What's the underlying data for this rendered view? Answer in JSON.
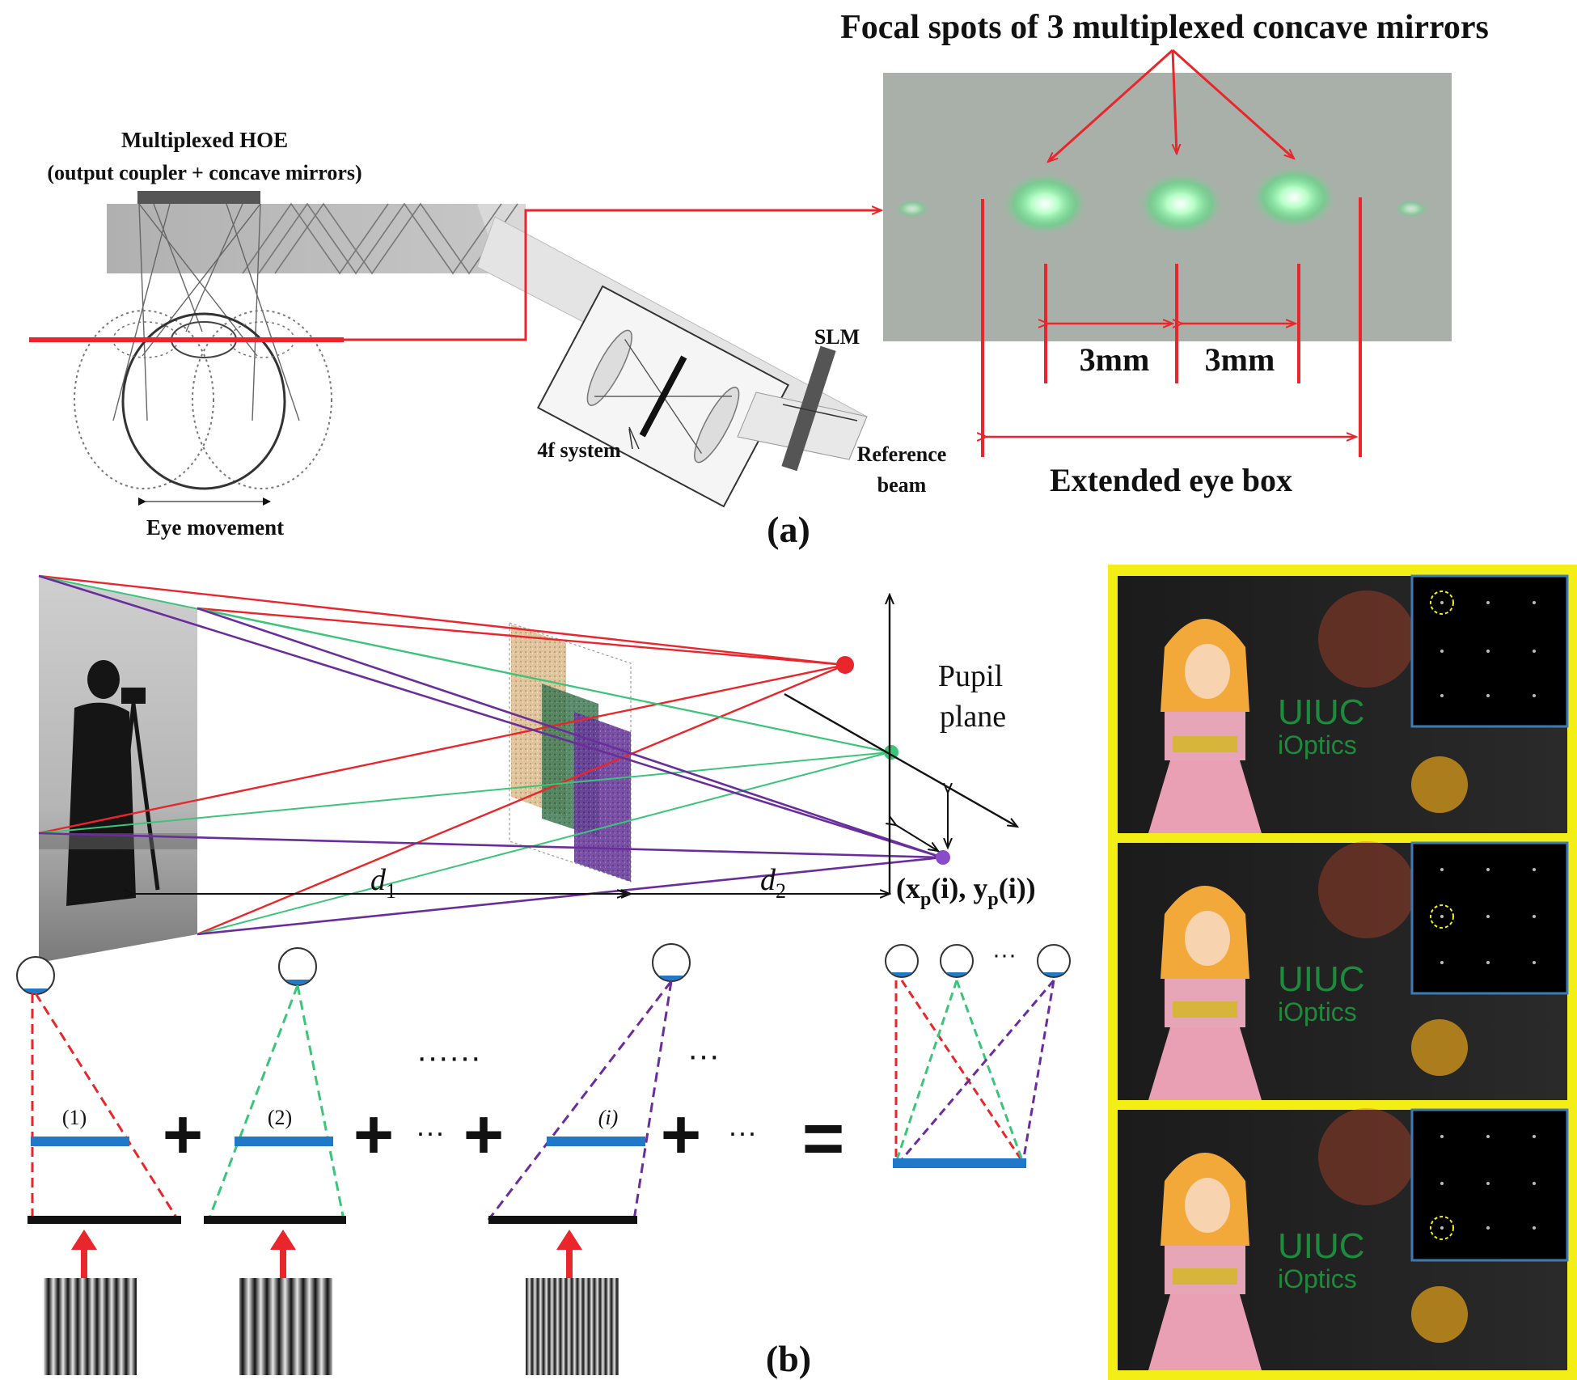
{
  "panel_a": {
    "hoe_label_line1": "Multiplexed HOE",
    "hoe_label_line2": "(output coupler + concave mirrors)",
    "eye_movement": "Eye movement",
    "fourf": "4f system",
    "slm": "SLM",
    "reference_line1": "Reference",
    "reference_line2": "beam",
    "focal_title": "Focal spots of 3 multiplexed concave mirrors",
    "spacing1": "3mm",
    "spacing2": "3mm",
    "eyebox": "Extended eye box",
    "caption": "(a)"
  },
  "panel_b": {
    "pupil_line1": "Pupil",
    "pupil_line2": "plane",
    "d1": "d",
    "d1_sub": "1",
    "d2": "d",
    "d2_sub": "2",
    "coord_open": "(x",
    "coord_sub_p": "p",
    "coord_mid": "(i), y",
    "coord_sub_p2": "p",
    "coord_close": "(i))",
    "term1": "(1)",
    "term2": "(2)",
    "termi": "(i)",
    "plus": "+",
    "equals": "=",
    "dots6": "······",
    "dots3": "···",
    "caption": "(b)",
    "brand_line1": "UIUC",
    "brand_line2": "iOptics"
  },
  "colors": {
    "red": "#e8262b",
    "green": "#3cc47a",
    "purple": "#6a2d9c",
    "blue": "#1f78c8",
    "yellow_frame": "#f3ee15"
  }
}
